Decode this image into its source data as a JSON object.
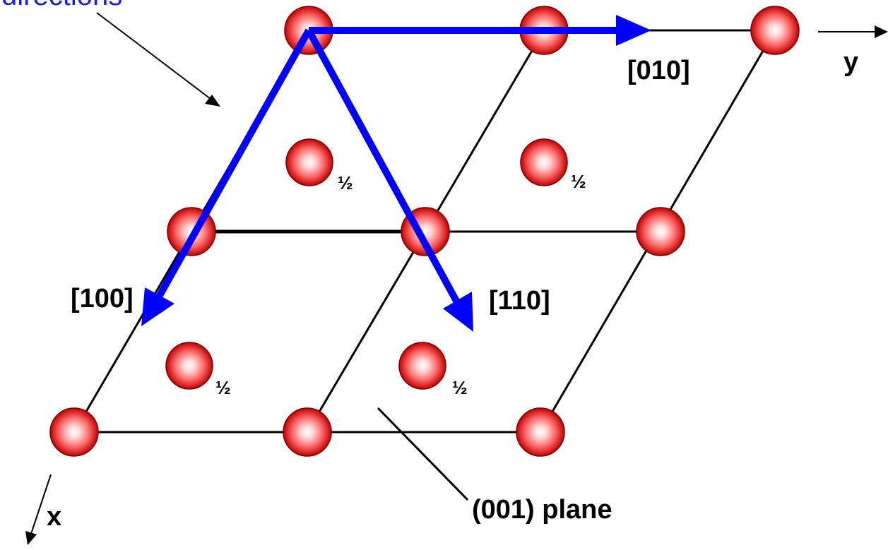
{
  "callout_label": "directions",
  "direction_labels": {
    "d010": "[010]",
    "d100": "[100]",
    "d110": "[110]"
  },
  "axis_labels": {
    "x": "x",
    "y": "y"
  },
  "plane_label": "(001) plane",
  "half_label": "½",
  "colors": {
    "arrow": "#0000ff",
    "callout_text": "#1a1aff",
    "atom_center": "#ffffff",
    "atom_mid": "#ff6f6f",
    "atom_edge": "#b30000",
    "lattice_line": "#000000"
  },
  "icons": [
    "atom-sphere",
    "direction-arrow",
    "axis-arrow",
    "leader-line"
  ]
}
